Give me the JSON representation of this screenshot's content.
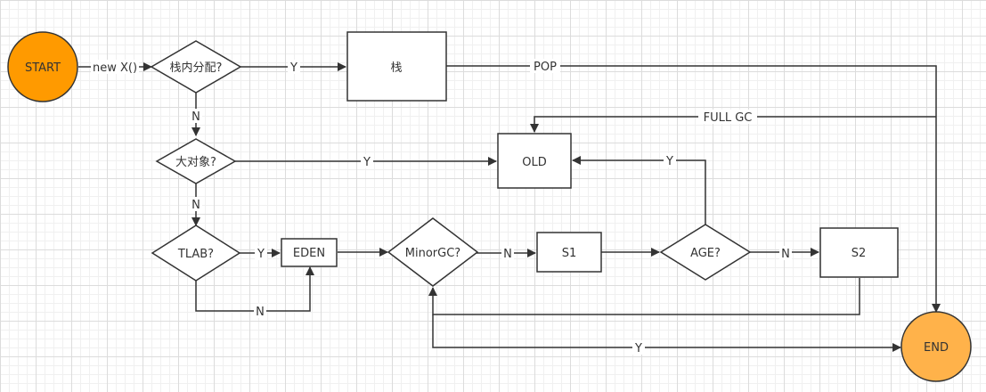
{
  "diagram": {
    "colors": {
      "start_fill": "#ff9a00",
      "end_fill": "#ffb24a",
      "stroke": "#333333",
      "box_fill": "#ffffff"
    },
    "nodes": {
      "start": "START",
      "end": "END",
      "stack_alloc_q": "栈内分配?",
      "stack": "栈",
      "big_object_q": "大对象?",
      "old": "OLD",
      "tlab_q": "TLAB?",
      "eden": "EDEN",
      "minor_gc_q": "MinorGC?",
      "s1": "S1",
      "age_q": "AGE?",
      "s2": "S2"
    },
    "edges": {
      "new_x": "new X()",
      "stack_yes": "Y",
      "stack_no": "N",
      "pop": "POP",
      "full_gc": "FULL GC",
      "big_yes": "Y",
      "big_no": "N",
      "tlab_yes": "Y",
      "tlab_no": "N",
      "minor_no": "N",
      "age_yes": "Y",
      "age_no": "N",
      "minor_yes": "Y"
    }
  }
}
